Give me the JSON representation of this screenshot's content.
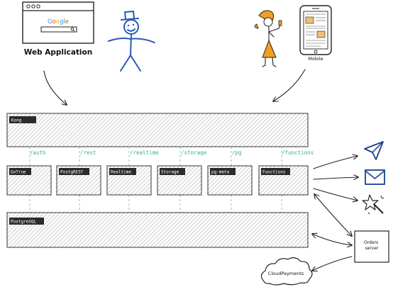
{
  "clients": {
    "web_search_text": "Google",
    "web_label": "Web Application",
    "mobile_label": "Mobile"
  },
  "gateway": {
    "label": "Kong"
  },
  "routes": [
    "/auth",
    "/rest",
    "/realtime",
    "/storage",
    "/pg",
    "/functions"
  ],
  "services": [
    "GoTrue",
    "PostgREST",
    "Realtime",
    "Storage",
    "pg-meta",
    "Functions"
  ],
  "database": {
    "label": "PostgreSQL"
  },
  "external": {
    "orders_server": "Orders server",
    "cloud_payments": "CloudPayments"
  },
  "colors": {
    "route_text": "#3fae8c",
    "stick_figure": "#2a59b8",
    "woman_accent": "#f0a020",
    "google": [
      "#4285F4",
      "#EA4335",
      "#FBBC05",
      "#4285F4",
      "#34A853",
      "#EA4335"
    ]
  },
  "icons": [
    "paper-plane-icon",
    "mail-icon",
    "magic-wand-icon"
  ]
}
